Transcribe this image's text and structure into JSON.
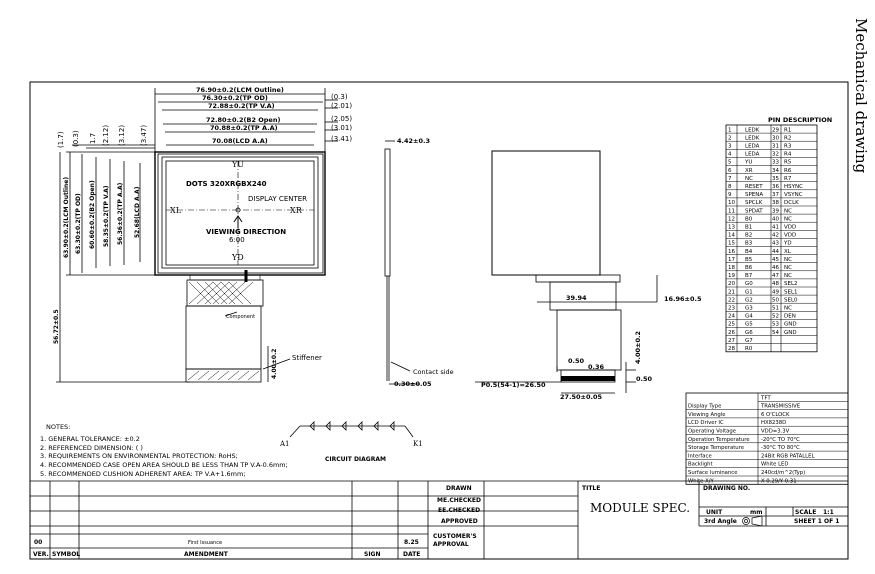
{
  "side_title": "Mechanical drawing",
  "front_view": {
    "dims_top": [
      "76.90±0.2(LCM Outline)",
      "76.30±0.2(TP OD)",
      "72.88±0.2(TP V.A)",
      "72.80±0.2(B2 Open)",
      "70.88±0.2(TP A.A)",
      "70.08(LCD A.A)"
    ],
    "dims_right": [
      "(0.3)",
      "(2.01)",
      "(2.05)",
      "(3.01)",
      "(3.41)"
    ],
    "dims_left_top": [
      "(1.7)",
      "(0.3)",
      "1.7",
      "(2.12)",
      "(3.12)",
      "(3.47)"
    ],
    "dims_left_side": [
      "63.90±0.2(LCM Outline)",
      "63.30±0.2(TP OD)",
      "60.60±0.2(B2 Open)",
      "58.35±0.2(TP V.A)",
      "56.36±0.2(TP A.A)",
      "52.68(LCD A.A)"
    ],
    "dim_total": "56.72±0.5",
    "dots": "DOTS 320XRGBX240",
    "display_center": "DISPLAY CENTER",
    "viewing_direction": "VIEWING DIRECTION",
    "viewing_clock": "6:00",
    "axis_yu": "YU",
    "axis_yd": "YD",
    "axis_xl": "XL",
    "axis_xr": "XR",
    "component_label": "Component",
    "fpc_dim": "4.00±0.2",
    "stiffener_label": "Stiffener"
  },
  "side_view": {
    "thickness": "4.42±0.3",
    "contact_side": "Contact side",
    "fpc_thickness": "0.30±0.05"
  },
  "back_view": {
    "dim_a": "39.94",
    "dim_b": "16.96±0.5",
    "dim_c": "0.50",
    "dim_d": "0.36",
    "pitch": "P0.5(54-1)=26.50",
    "dim_e": "27.50±0.05",
    "dim_f": "0.50",
    "dim_g": "4.00±0.2"
  },
  "pin_description": {
    "title": "PIN DESCRIPTION",
    "rows": [
      [
        "1",
        "LEDK",
        "29",
        "R1"
      ],
      [
        "2",
        "LEDK",
        "30",
        "R2"
      ],
      [
        "3",
        "LEDA",
        "31",
        "R3"
      ],
      [
        "4",
        "LEDA",
        "32",
        "R4"
      ],
      [
        "5",
        "YU",
        "33",
        "R5"
      ],
      [
        "6",
        "XR",
        "34",
        "R6"
      ],
      [
        "7",
        "NC",
        "35",
        "R7"
      ],
      [
        "8",
        "RESET",
        "36",
        "HSYNC"
      ],
      [
        "9",
        "SPENA",
        "37",
        "VSYNC"
      ],
      [
        "10",
        "SPCLK",
        "38",
        "DCLK"
      ],
      [
        "11",
        "SPDAT",
        "39",
        "NC"
      ],
      [
        "12",
        "B0",
        "40",
        "NC"
      ],
      [
        "13",
        "B1",
        "41",
        "VDD"
      ],
      [
        "14",
        "B2",
        "42",
        "VDD"
      ],
      [
        "15",
        "B3",
        "43",
        "YD"
      ],
      [
        "16",
        "B4",
        "44",
        "XL"
      ],
      [
        "17",
        "B5",
        "45",
        "NC"
      ],
      [
        "18",
        "B6",
        "46",
        "NC"
      ],
      [
        "19",
        "B7",
        "47",
        "NC"
      ],
      [
        "20",
        "G0",
        "48",
        "SEL2"
      ],
      [
        "21",
        "G1",
        "49",
        "SEL1"
      ],
      [
        "22",
        "G2",
        "50",
        "SEL0"
      ],
      [
        "23",
        "G3",
        "51",
        "NC"
      ],
      [
        "24",
        "G4",
        "52",
        "DEN"
      ],
      [
        "25",
        "G5",
        "53",
        "GND"
      ],
      [
        "26",
        "G6",
        "54",
        "GND"
      ],
      [
        "27",
        "G7",
        "",
        ""
      ],
      [
        "28",
        "R0",
        "",
        ""
      ]
    ]
  },
  "spec_table": {
    "header_value": "TFT",
    "rows": [
      [
        "Display Type",
        "TRANSMISSIVE"
      ],
      [
        "Viewing Angle",
        "6 O'CLOCK"
      ],
      [
        "LCD Driver IC",
        "HX8238D"
      ],
      [
        "Operating Voltage",
        "VDD=3.3V"
      ],
      [
        "Operation Temperature",
        "-20°C TO 70°C"
      ],
      [
        "Storage Temperature",
        "-30°C TO 80°C"
      ],
      [
        "Interface",
        "24Bit RGB PATALLEL"
      ],
      [
        "Backlight",
        "White LED"
      ],
      [
        "Surface luminance",
        "240cd/m^2(Typ)"
      ],
      [
        "White X/Y",
        "X 0.29/Y 0.31"
      ]
    ]
  },
  "notes": {
    "heading": "NOTES:",
    "items": [
      "1.  GENERAL TOLERANCE: ±0.2",
      "2.  REFERENCED DIMENSION: (  )",
      "3.  REQUIREMENTS ON ENVIRONMENTAL PROTECTION: RoHS;",
      "4.  RECOMMENDED CASE OPEN AREA SHOULD BE LESS THAN TP V.A-0.6mm;",
      "5.  RECOMMENDED CUSHION ADHERENT AREA: TP V.A+1.6mm;"
    ]
  },
  "circuit": {
    "label": "CIRCUIT DIAGRAM",
    "a1": "A1",
    "k1": "K1"
  },
  "title_block": {
    "drawn": "DRAWN",
    "me_checked": "ME.CHECKED",
    "ee_checked": "EE.CHECKED",
    "approved": "APPROVED",
    "customer_approval_1": "CUSTOMER'S",
    "customer_approval_2": "APPROVAL",
    "ver_label": "VER.",
    "symbol_label": "SYMBOL",
    "amendment_label": "AMENDMENT",
    "sign_label": "SIGN",
    "date_label": "DATE",
    "rev_ver": "00",
    "rev_amendment": "First Issuance",
    "rev_date": "8.25",
    "title_label": "TITLE",
    "title_value": "MODULE SPEC.",
    "drawing_no": "DRAWING NO.",
    "unit_label": "UNIT",
    "unit_value": "mm",
    "scale_label": "SCALE",
    "scale_value": "1:1",
    "projection": "3rd Angle",
    "sheet": "SHEET 1 OF 1"
  }
}
